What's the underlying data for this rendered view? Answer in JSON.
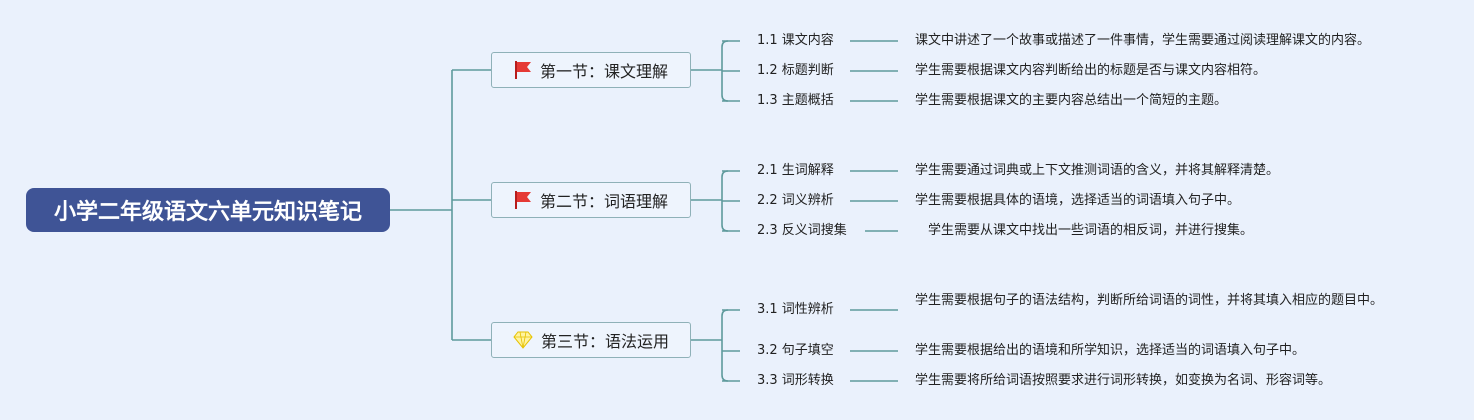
{
  "root": {
    "title": "小学二年级语文六单元知识笔记"
  },
  "colors": {
    "root_bg": "#3f5496",
    "line": "#5e9a9c",
    "node_border": "#8fb1b8",
    "background": "#eaf1fc"
  },
  "sections": [
    {
      "label": "第一节：课文理解",
      "icon": "red-flag-icon",
      "items": [
        {
          "topic": "1.1 课文内容",
          "desc": "课文中讲述了一个故事或描述了一件事情，学生需要通过阅读理解课文的内容。"
        },
        {
          "topic": "1.2 标题判断",
          "desc": "学生需要根据课文内容判断给出的标题是否与课文内容相符。"
        },
        {
          "topic": "1.3 主题概括",
          "desc": "学生需要根据课文的主要内容总结出一个简短的主题。"
        }
      ]
    },
    {
      "label": "第二节：词语理解",
      "icon": "red-flag-icon",
      "items": [
        {
          "topic": "2.1 生词解释",
          "desc": "学生需要通过词典或上下文推测词语的含义，并将其解释清楚。"
        },
        {
          "topic": "2.2 词义辨析",
          "desc": "学生需要根据具体的语境，选择适当的词语填入句子中。"
        },
        {
          "topic": "2.3 反义词搜集",
          "desc": "学生需要从课文中找出一些词语的相反词，并进行搜集。"
        }
      ]
    },
    {
      "label": "第三节：语法运用",
      "icon": "diamond-icon",
      "items": [
        {
          "topic": "3.1 词性辨析",
          "desc": "学生需要根据句子的语法结构，判断所给词语的词性，并将其填入相应的题目中。"
        },
        {
          "topic": "3.2 句子填空",
          "desc": "学生需要根据给出的语境和所学知识，选择适当的词语填入句子中。"
        },
        {
          "topic": "3.3 词形转换",
          "desc": "学生需要将所给词语按照要求进行词形转换，如变换为名词、形容词等。"
        }
      ]
    }
  ]
}
